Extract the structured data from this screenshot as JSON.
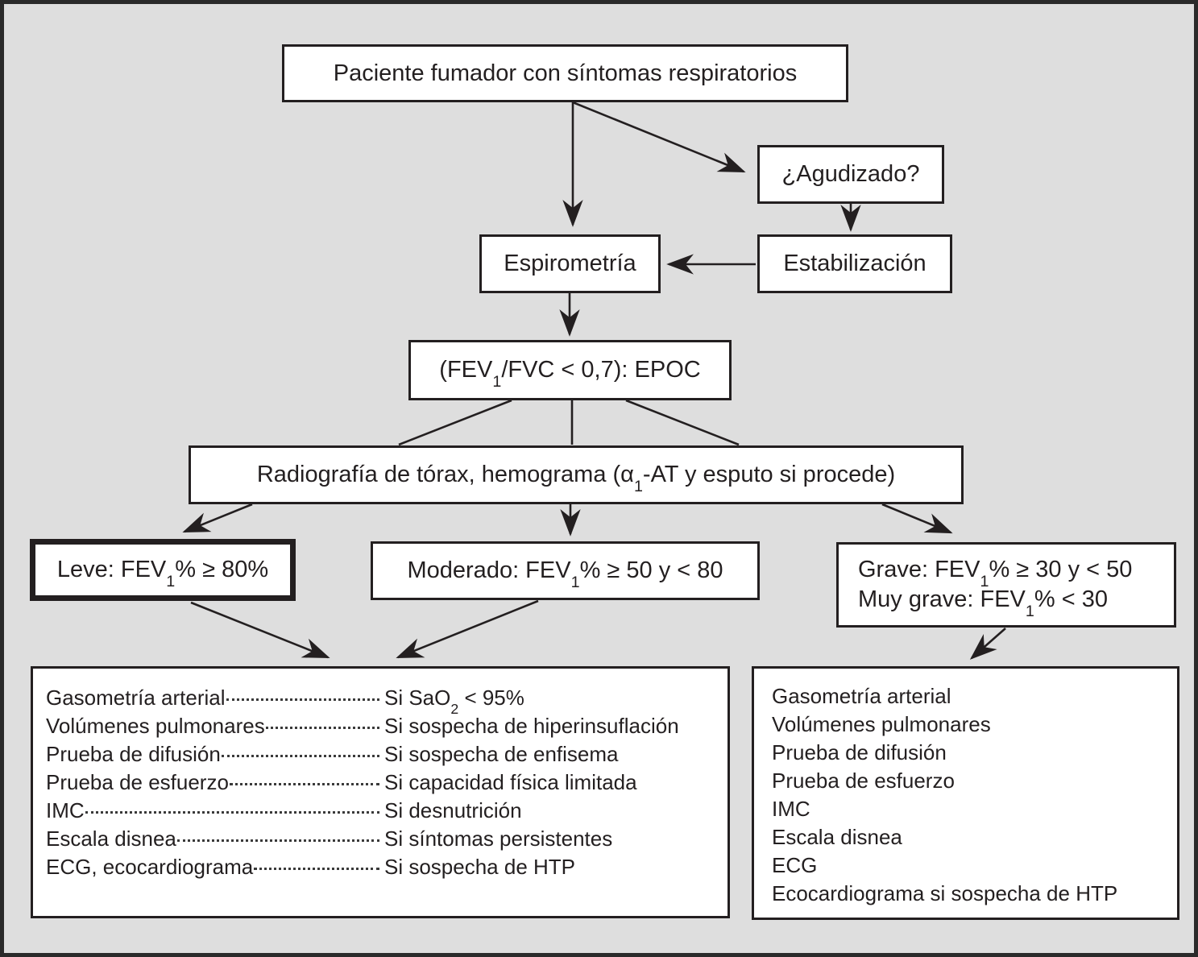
{
  "colors": {
    "background": "#dedede",
    "line": "#231f20",
    "box_fill": "#ffffff"
  },
  "nodes": {
    "paciente": "Paciente fumador con síntomas respiratorios",
    "agudizado": "¿Agudizado?",
    "espirometria": "Espirometría",
    "estabilizacion": "Estabilización",
    "epoc": {
      "pre": "(FEV",
      "sub": "1",
      "post": "/FVC < 0,7): EPOC"
    },
    "radiografia": {
      "pre": "Radiografía de tórax, hemograma (α",
      "sub": "1",
      "post": "-AT y esputo si procede)"
    },
    "leve": {
      "pre": "Leve: FEV",
      "sub": "1",
      "post": "% ≥ 80%"
    },
    "moderado": {
      "pre": "Moderado: FEV",
      "sub": "1",
      "post": "% ≥ 50 y < 80"
    },
    "grave": {
      "line1": {
        "pre": "Grave: FEV",
        "sub": "1",
        "post": "% ≥ 30 y < 50"
      },
      "line2": {
        "pre": "Muy grave: FEV",
        "sub": "1",
        "post": "% < 30"
      }
    }
  },
  "tests_left": {
    "rows": [
      {
        "label": "Gasometría arterial",
        "cond": {
          "pre": "Si SaO",
          "sub": "2",
          "post": " < 95%"
        }
      },
      {
        "label": "Volúmenes pulmonares",
        "cond": {
          "pre": "Si sospecha de hiperinsuflación",
          "sub": "",
          "post": ""
        }
      },
      {
        "label": "Prueba de difusión",
        "cond": {
          "pre": "Si sospecha de enfisema",
          "sub": "",
          "post": ""
        }
      },
      {
        "label": "Prueba de esfuerzo",
        "cond": {
          "pre": "Si capacidad física limitada",
          "sub": "",
          "post": ""
        }
      },
      {
        "label": "IMC",
        "cond": {
          "pre": "Si desnutrición",
          "sub": "",
          "post": ""
        }
      },
      {
        "label": "Escala disnea",
        "cond": {
          "pre": "Si síntomas persistentes",
          "sub": "",
          "post": ""
        }
      },
      {
        "label": "ECG, ecocardiograma",
        "cond": {
          "pre": "Si sospecha de HTP",
          "sub": "",
          "post": ""
        }
      }
    ]
  },
  "tests_right": {
    "rows": [
      "Gasometría arterial",
      "Volúmenes pulmonares",
      "Prueba de difusión",
      "Prueba de esfuerzo",
      "IMC",
      "Escala disnea",
      "ECG",
      "Ecocardiograma si sospecha de HTP"
    ]
  }
}
